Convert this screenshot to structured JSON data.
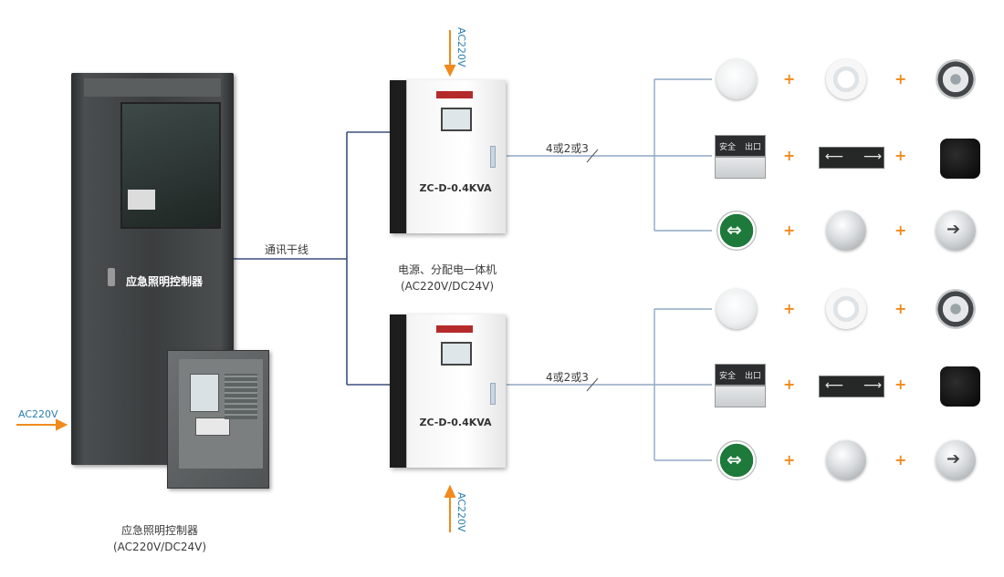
{
  "controller": {
    "cabinet_label": "应急照明控制器",
    "caption_name": "应急照明控制器",
    "caption_spec": "(AC220V/DC24V)",
    "input_voltage": "AC220V"
  },
  "bus": {
    "label": "通讯干线"
  },
  "distribution_units": {
    "caption_name": "电源、分配电一体机",
    "caption_spec": "(AC220V/DC24V)",
    "units": [
      {
        "model": "ZC-D-0.4KVA",
        "input_voltage": "AC220V",
        "branch_label": "4或2或3"
      },
      {
        "model": "ZC-D-0.4KVA",
        "input_voltage": "AC220V",
        "branch_label": "4或2或3"
      }
    ]
  },
  "fixture_rows": {
    "plus_sign": "+",
    "exit_sign_text_left": "安全",
    "exit_sign_text_right": "出口",
    "icons": {
      "row1": [
        "downlight-icon",
        "ceiling-light-icon",
        "led-downlight-icon"
      ],
      "row2": [
        "safety-exit-sign-icon",
        "direction-sign-icon",
        "spotlight-icon"
      ],
      "row3": [
        "round-exit-light-icon",
        "recessed-light-icon",
        "floor-arrow-light-icon"
      ]
    }
  },
  "colors": {
    "line_main": "#3b4f7e",
    "line_branch": "#8fa8c4",
    "arrow": "#f08a1c",
    "voltage_text": "#2a7fb0"
  }
}
